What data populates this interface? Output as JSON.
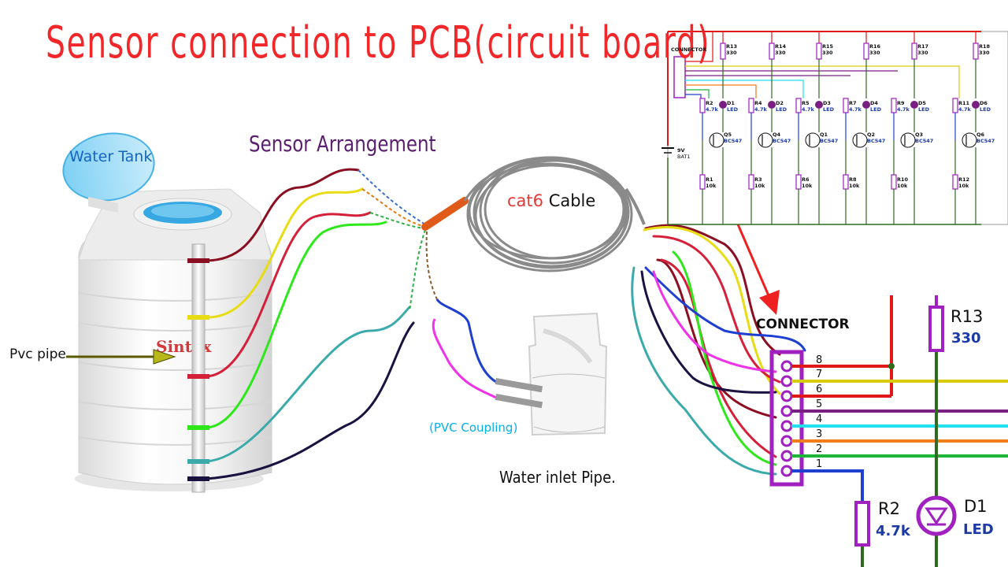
{
  "title": "Sensor connection to PCB(circuit board)",
  "labels": {
    "sensor_arrangement": "Sensor Arrangement",
    "water_tank": "Water Tank",
    "pvc_pipe": "Pvc pipe",
    "tank_brand": "Sintex",
    "cable_word": "cat6",
    "cable_suffix": " Cable",
    "pvc_coupling": "(PVC Coupling)",
    "water_inlet": "Water inlet Pipe.",
    "connector": "CONNECTOR"
  },
  "connector_pins": [
    "8",
    "7",
    "6",
    "5",
    "4",
    "3",
    "2",
    "1"
  ],
  "detail": {
    "r13_name": "R13",
    "r13_value": "330",
    "r2_name": "R2",
    "r2_value": "4.7k",
    "d1_name": "D1",
    "d1_value": "LED"
  },
  "schematic": {
    "connector_label": "CONNECTOR",
    "battery_label": "9V",
    "battery_name": "BAT1",
    "top_resistors": [
      {
        "name": "R13",
        "value": "330"
      },
      {
        "name": "R14",
        "value": "330"
      },
      {
        "name": "R15",
        "value": "330"
      },
      {
        "name": "R16",
        "value": "330"
      },
      {
        "name": "R17",
        "value": "330"
      },
      {
        "name": "R18",
        "value": "330"
      }
    ],
    "base_resistors": [
      {
        "name": "R2",
        "value": "4.7k"
      },
      {
        "name": "R4",
        "value": "4.7k"
      },
      {
        "name": "R5",
        "value": "4.7k"
      },
      {
        "name": "R7",
        "value": "4.7k"
      },
      {
        "name": "R9",
        "value": "4.7k"
      },
      {
        "name": "R11",
        "value": "4.7k"
      }
    ],
    "leds": [
      {
        "name": "D1",
        "value": "LED"
      },
      {
        "name": "D2",
        "value": "LED"
      },
      {
        "name": "D3",
        "value": "LED"
      },
      {
        "name": "D4",
        "value": "LED"
      },
      {
        "name": "D5",
        "value": "LED"
      },
      {
        "name": "D6",
        "value": "LED"
      }
    ],
    "transistors": [
      {
        "name": "Q5",
        "value": "BC547"
      },
      {
        "name": "Q4",
        "value": "BC547"
      },
      {
        "name": "Q1",
        "value": "BC547"
      },
      {
        "name": "Q2",
        "value": "BC547"
      },
      {
        "name": "Q3",
        "value": "BC547"
      },
      {
        "name": "Q6",
        "value": "BC547"
      }
    ],
    "pulldown_resistors": [
      {
        "name": "R1",
        "value": "10k"
      },
      {
        "name": "R3",
        "value": "10k"
      },
      {
        "name": "R6",
        "value": "10k"
      },
      {
        "name": "R8",
        "value": "10k"
      },
      {
        "name": "R10",
        "value": "10k"
      },
      {
        "name": "R12",
        "value": "10k"
      }
    ]
  },
  "colors": {
    "title": "#f2272a",
    "wire_maroon": "#8b0f22",
    "wire_yellow": "#e8dc14",
    "wire_red": "#d5203a",
    "wire_green": "#2ee81c",
    "wire_cyan": "#3aaaaa",
    "wire_navy": "#1a1240",
    "wire_blue": "#1f3fd0",
    "wire_magenta": "#ee33e8",
    "connector": "#a020c0"
  }
}
